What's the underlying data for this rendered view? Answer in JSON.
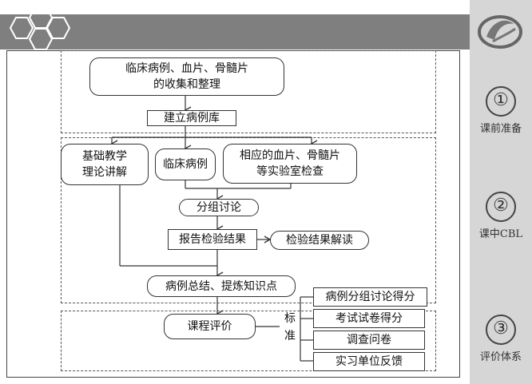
{
  "nodes": {
    "collect": "临床病例、血片、骨髓片\n的收集和整理",
    "library": "建立病例库",
    "theory": "基础教学\n理论讲解",
    "cases": "临床病例",
    "lab": "相应的血片、骨髓片\n等实验室检查",
    "discussion": "分组讨论",
    "report": "报告检验结果",
    "interpret": "检验结果解读",
    "summary": "病例总结、提炼知识点",
    "evaluation": "课程评价"
  },
  "standard_label": "标\n准",
  "criteria": [
    "病例分组讨论得分",
    "考试试卷得分",
    "调查问卷",
    "实习单位反馈"
  ],
  "phases": [
    {
      "number": "①",
      "label": "课前准备"
    },
    {
      "number": "②",
      "label": "课中CBL"
    },
    {
      "number": "③",
      "label": "评价体系"
    }
  ]
}
